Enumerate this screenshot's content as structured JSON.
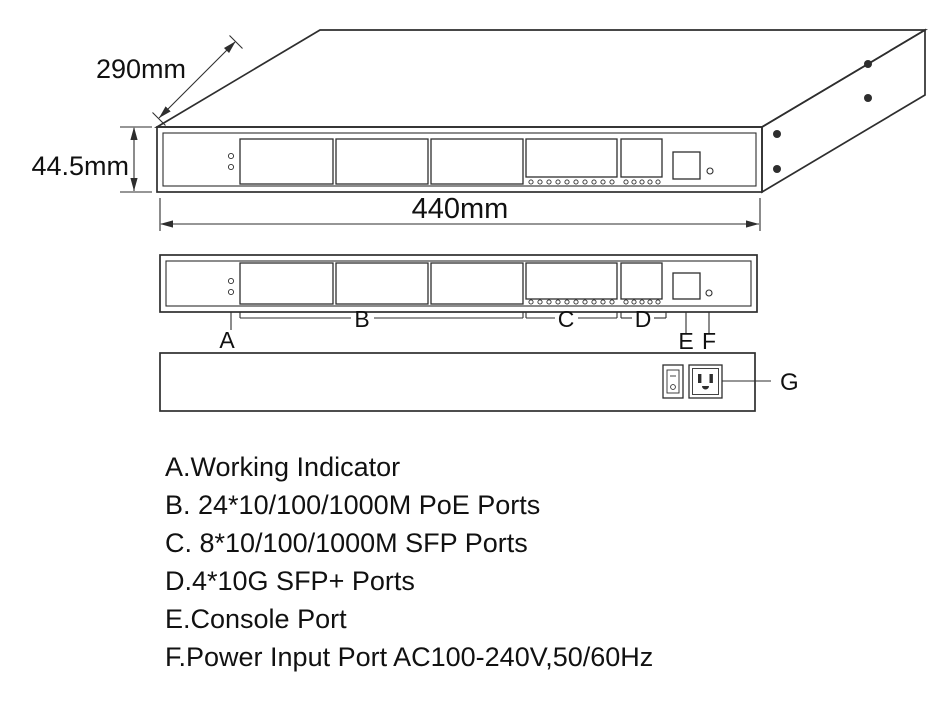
{
  "palette": {
    "line": "#2e2e2e",
    "ink": "#111111",
    "background": "#ffffff"
  },
  "dimensions": {
    "depth": "290mm",
    "height": "44.5mm",
    "width": "440mm"
  },
  "callouts": {
    "a": "A",
    "b": "B",
    "c": "C",
    "d": "D",
    "e": "E",
    "f": "F",
    "g": "G"
  },
  "legend": {
    "items": [
      "A.Working Indicator",
      "B. 24*10/100/1000M PoE Ports",
      "C. 8*10/100/1000M SFP Ports",
      "D.4*10G SFP+ Ports",
      "E.Console Port",
      "F.Power Input Port AC100-240V,50/60Hz"
    ]
  }
}
